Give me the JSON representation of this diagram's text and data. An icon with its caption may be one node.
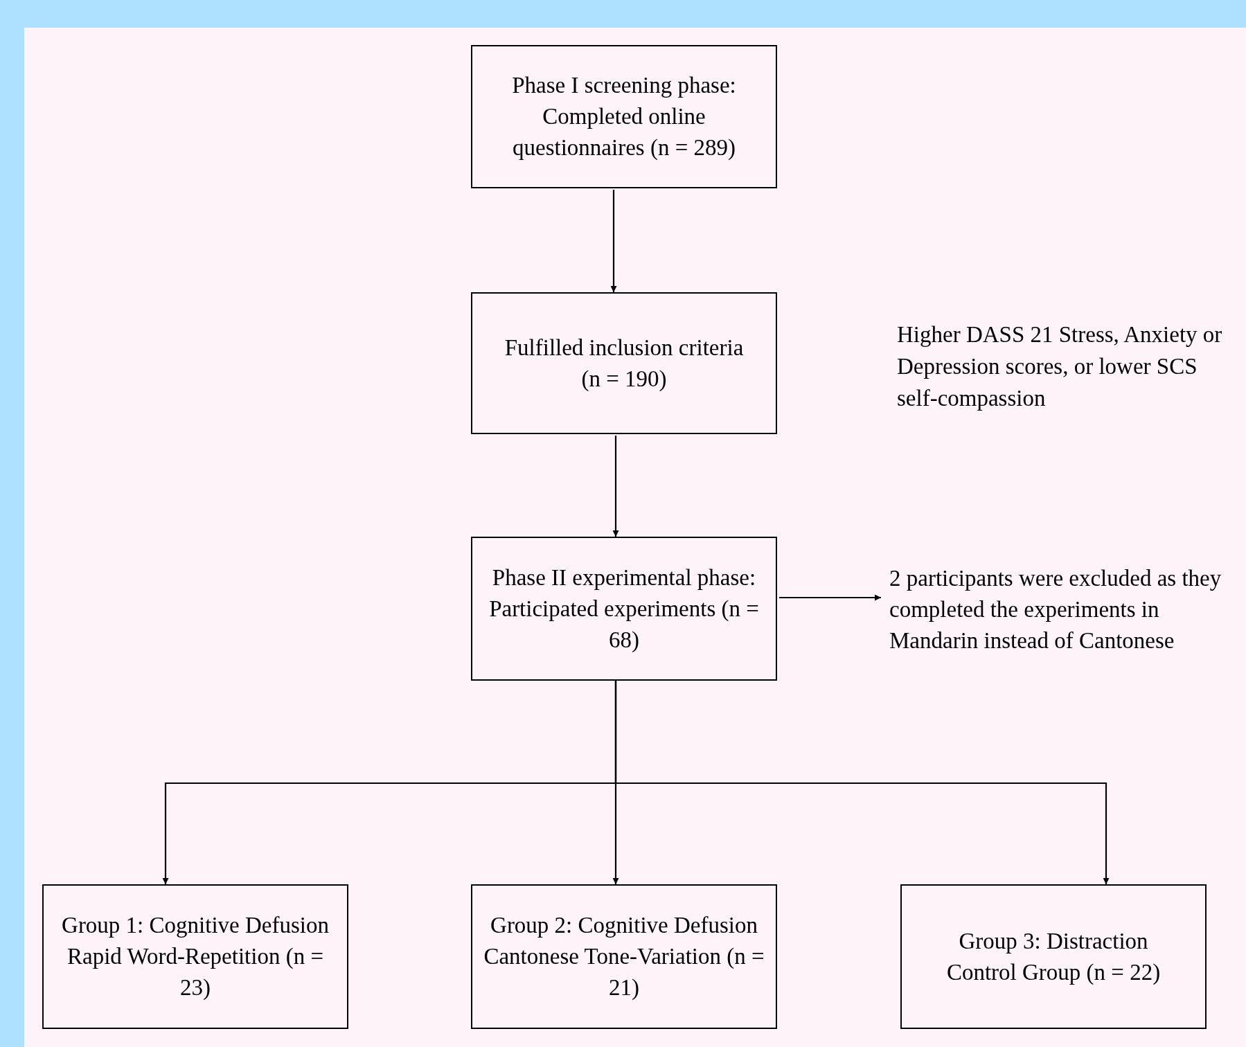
{
  "diagram": {
    "nodes": [
      {
        "text": [
          "Phase I screening phase: Completed online questionnaires (n = 289)"
        ]
      },
      {
        "text": [
          "Fulfilled inclusion criteria (n = 190)"
        ]
      },
      {
        "text": [
          "Phase II experimental phase: Participated experiments (n = 68)"
        ]
      },
      {
        "text": [
          "2 participants were excluded as they completed the experiments in Mandarin instead of Cantonese"
        ]
      },
      {
        "text": [
          "Group 1: Cognitive Defusion Rapid Word-Repetition (n = 23)"
        ]
      },
      {
        "text": [
          "Group 2: Cognitive Defusion Cantonese Tone-Variation (n = 21)"
        ]
      },
      {
        "text": [
          "Group 3: Distraction Control Group (n = 22)"
        ]
      }
    ],
    "edges": [
      {
        "from": 0,
        "to": 1,
        "arrow": "to"
      },
      {
        "from": 1,
        "to": 2,
        "arrow": "to"
      },
      {
        "from": 2,
        "to": 3,
        "arrow": "to"
      },
      {
        "from": 2,
        "to": 4,
        "arrow": "to"
      },
      {
        "from": 2,
        "to": 5,
        "arrow": "to"
      },
      {
        "from": 2,
        "to": 6,
        "arrow": "to"
      }
    ],
    "labels": [
      "Higher DASS 21 Stress, Anxiety or Depression scores, or lower SCS self-compassion"
    ]
  }
}
